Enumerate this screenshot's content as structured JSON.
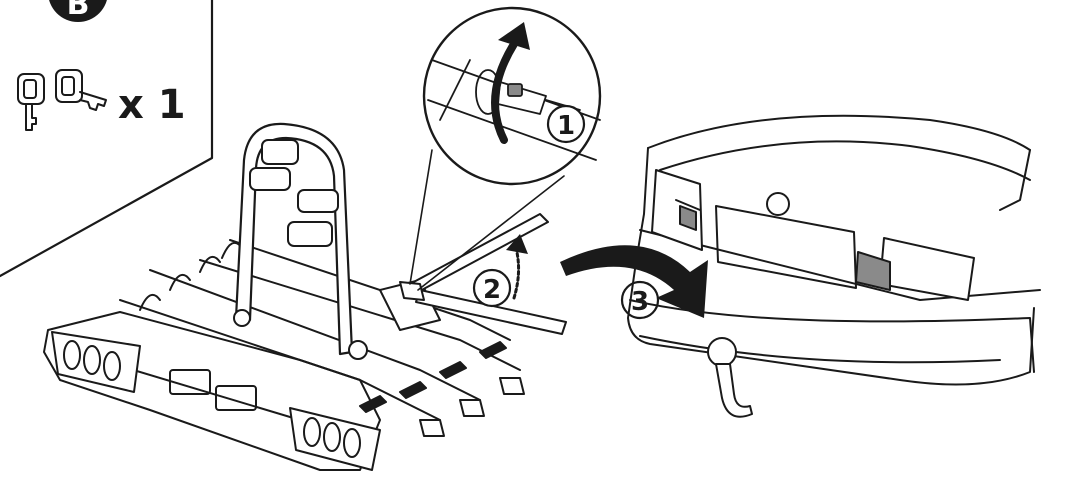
{
  "diagram": {
    "section_letter": "B",
    "key_quantity": "x 1",
    "steps": [
      {
        "number": "1"
      },
      {
        "number": "2"
      },
      {
        "number": "3"
      }
    ],
    "colors": {
      "ink": "#1a1a1a",
      "paper": "#ffffff",
      "shade": "#8a8a8a"
    },
    "icons": [
      "keys-icon",
      "rotate-arrow-icon",
      "lift-arrow-icon",
      "swing-arrow-icon"
    ]
  }
}
